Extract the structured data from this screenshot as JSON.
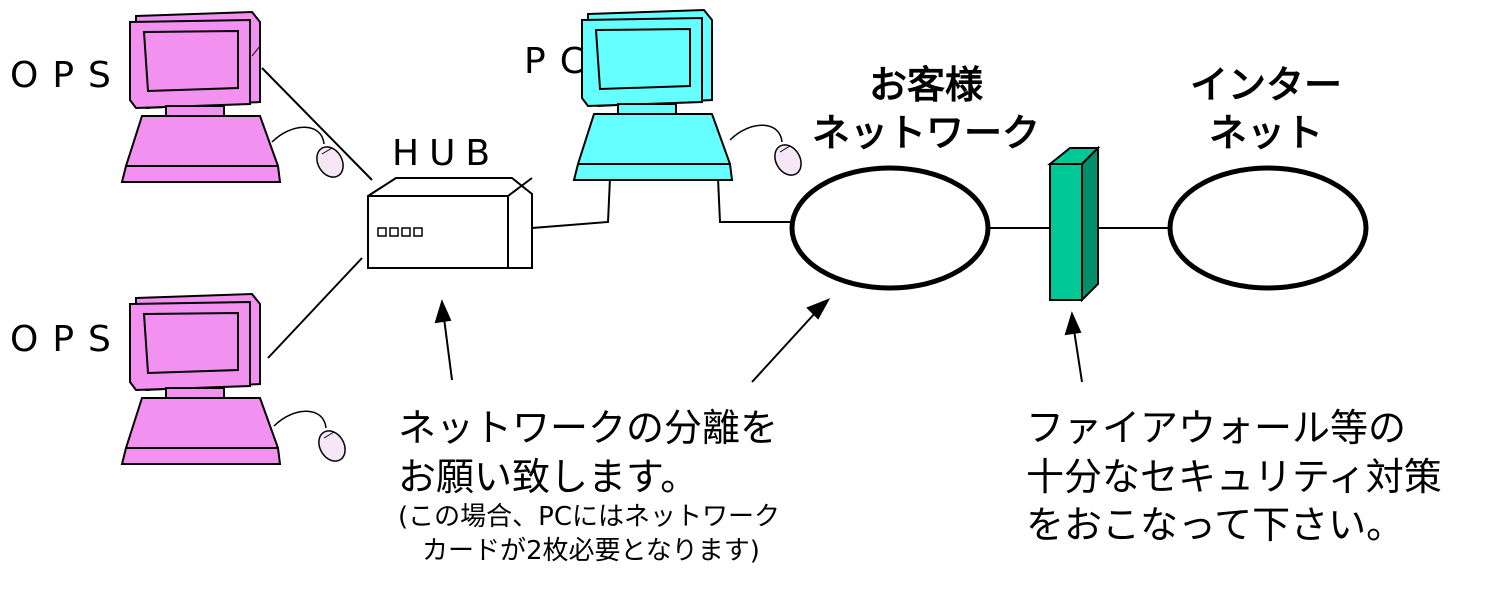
{
  "labels": {
    "ops_top": "OPS",
    "ops_bottom": "OPS",
    "pc": "PC",
    "hub": "HUB",
    "customer_network_line1": "お客様",
    "customer_network_line2": "ネットワーク",
    "internet_line1": "インター",
    "internet_line2": "ネット"
  },
  "notes": {
    "separation_line1": "ネットワークの分離を",
    "separation_line2": "お願い致します。",
    "separation_sub_line1": "(この場合、PCにはネットワーク",
    "separation_sub_line2": "カードが2枚必要となります)",
    "firewall_line1": "ファイアウォール等の",
    "firewall_line2": "十分なセキュリティ対策",
    "firewall_line3": "をおこなって下さい。"
  },
  "colors": {
    "ops_computer": "#f291f0",
    "pc_computer": "#66ffff",
    "firewall": "#00c896",
    "firewall_dark": "#008f6a",
    "line": "#000000"
  },
  "icons": [
    "computer-icon",
    "mouse-icon",
    "hub-icon",
    "firewall-icon",
    "cloud-icon"
  ]
}
